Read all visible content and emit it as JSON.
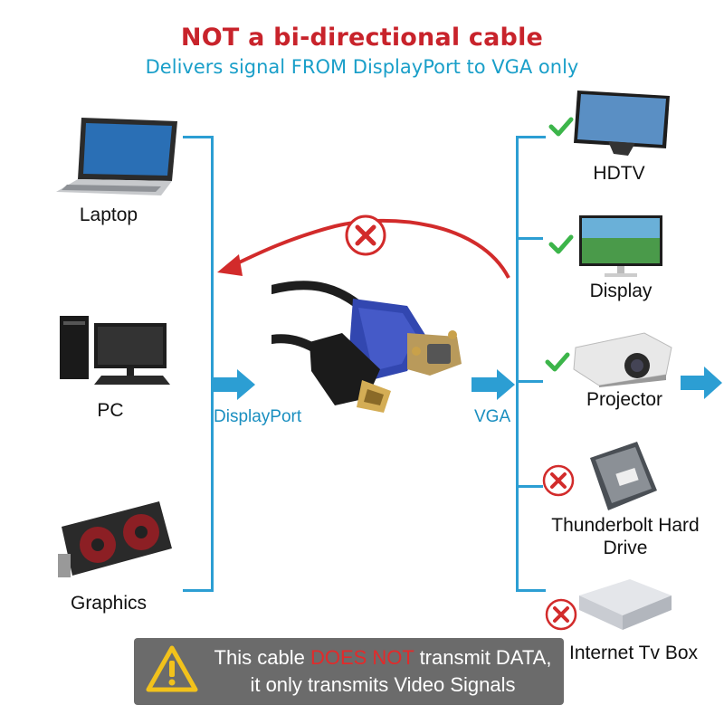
{
  "header": {
    "title_not": "NOT",
    "title_rest": " a bi-directional cable",
    "subtitle": "Delivers signal FROM DisplayPort to VGA only"
  },
  "sources": [
    {
      "label": "Laptop",
      "icon": "laptop-icon"
    },
    {
      "label": "PC",
      "icon": "desktop-pc-icon"
    },
    {
      "label": "Graphics",
      "icon": "graphics-card-icon"
    }
  ],
  "connectors": {
    "left": "DisplayPort",
    "right": "VGA"
  },
  "targets": [
    {
      "label": "HDTV",
      "icon": "hdtv-icon",
      "status": "check"
    },
    {
      "label": "Display",
      "icon": "monitor-icon",
      "status": "check"
    },
    {
      "label": "Projector",
      "icon": "projector-icon",
      "status": "check"
    },
    {
      "label": "Thunderbolt Hard\nDrive",
      "icon": "hard-drive-icon",
      "status": "cross"
    },
    {
      "label": "Internet Tv Box",
      "icon": "tv-box-icon",
      "status": "cross"
    }
  ],
  "warning": {
    "line1_a": "This cable ",
    "line1_red": "DOES NOT",
    "line1_b": " transmit DATA,",
    "line2": "it only transmits Video Signals"
  },
  "colors": {
    "accent_blue": "#2c9ed3",
    "red": "#c8232b",
    "check_green": "#3cb54a",
    "warning_bg": "#6b6b6b"
  }
}
